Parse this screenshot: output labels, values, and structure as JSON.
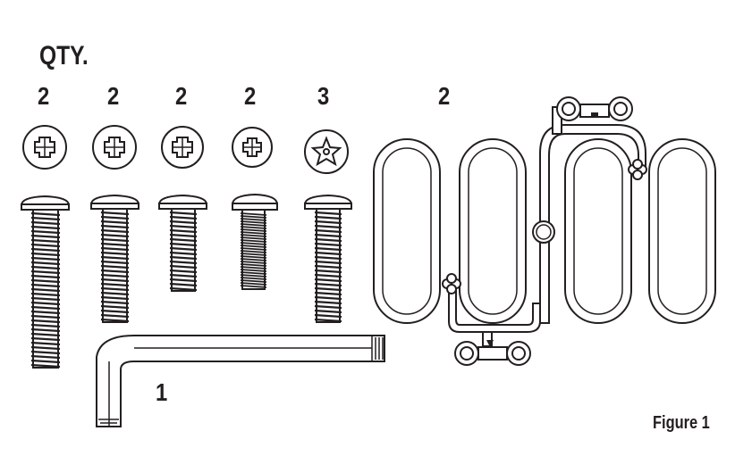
{
  "header": {
    "title": "QTY."
  },
  "hardware": {
    "quantities": [
      "2",
      "2",
      "2",
      "2",
      "3",
      "2"
    ],
    "hex_key_qty": "1"
  },
  "caption": "Figure 1",
  "colors": {
    "ink": "#231f20",
    "background": "#ffffff"
  }
}
